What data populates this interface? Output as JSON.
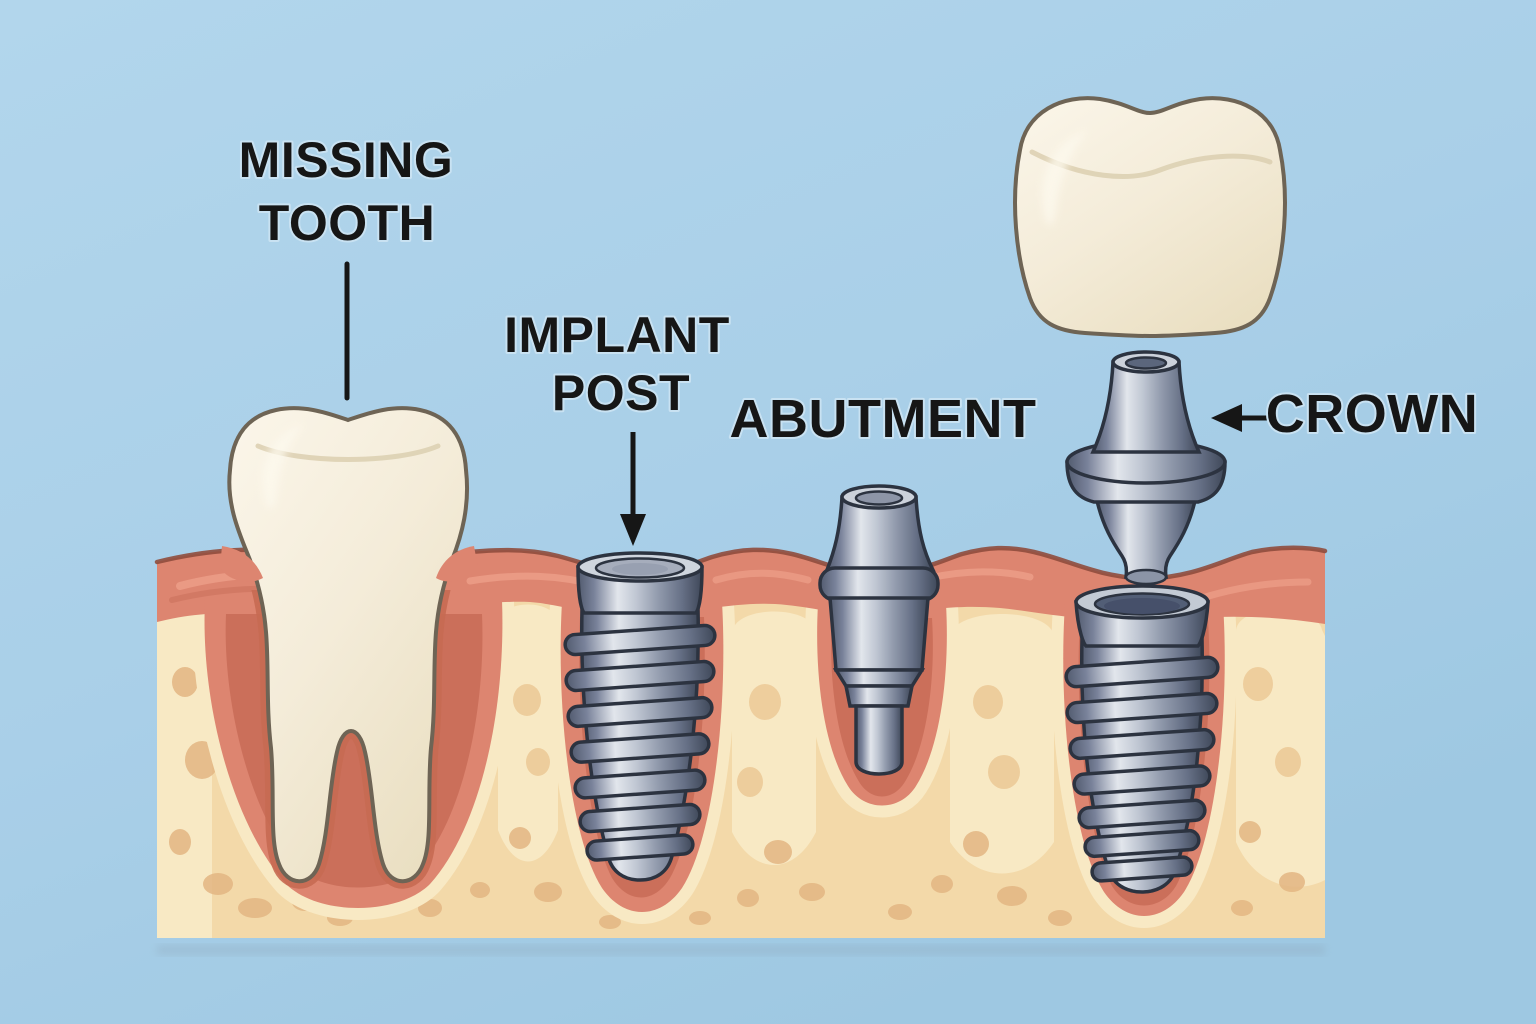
{
  "figure": {
    "type": "dental-implant-stages-diagram",
    "stages": [
      "missing tooth",
      "implant post",
      "abutment",
      "crown"
    ]
  },
  "labels": {
    "missing_tooth": {
      "line1": "MISSING",
      "line2": "TOOTH"
    },
    "implant_post": {
      "line1": "IMPLANT",
      "line2": "POST"
    },
    "abutment": {
      "text": "ABUTMENT"
    },
    "crown": {
      "text": "CROWN"
    }
  },
  "colors": {
    "background": "#a9cfe8",
    "gum": "#dd8570",
    "gum_dark_lining": "#cb6f5a",
    "gum_outline": "#8f4d3d",
    "gum_highlight": "#ee9f8a",
    "bone": "#f3d9a9",
    "bone_pale": "#f8e9c4",
    "bone_spot": "#e3b683",
    "tooth": "#f4ecd9",
    "tooth_outline": "#6e6455",
    "metal_light": "#dfe3ea",
    "metal_mid": "#98a0b0",
    "metal_dark": "#3f4859",
    "metal_outline": "#2c3340",
    "label_text": "#161616"
  }
}
